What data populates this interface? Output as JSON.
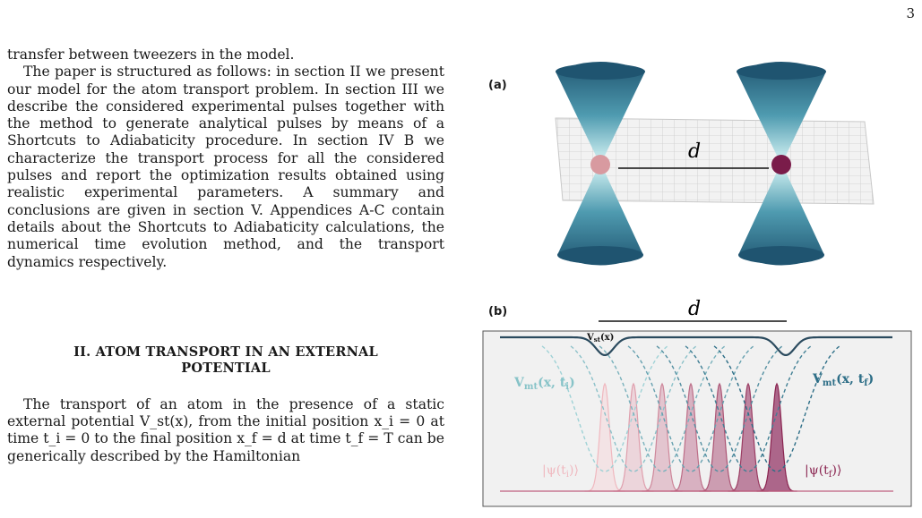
{
  "page_number": "3",
  "left_column": {
    "fragment": "transfer between tweezers in the model.",
    "paragraph": "The paper is structured as follows: in section II we present our model for the atom transport problem. In section III we describe the considered experimental pulses together with the method to generate analytical pulses by means of a Shortcuts to Adiabaticity procedure. In section IV B we characterize the transport process for all the considered pulses and report the optimization results obtained using realistic experimental parameters. A summary and conclusions are given in section V. Appendices A-C contain details about the Shortcuts to Adiabaticity calculations, the numerical time evolution method, and the transport dynamics respectively.",
    "section_heading_line1": "II.   ATOM TRANSPORT IN AN EXTERNAL",
    "section_heading_line2": "POTENTIAL",
    "section_paragraph": "The transport of an atom in the presence of a static external potential V_st(x), from the initial position x_i = 0 at time t_i = 0 to the final position x_f = d at time t_f = T can be generically described by the Hamiltonian"
  },
  "figure": {
    "panel_a_label": "(a)",
    "panel_b_label": "(b)",
    "distance_label_a": "d",
    "distance_label_b": "d",
    "static_potential_label": "V",
    "static_potential_sub": "st",
    "static_potential_arg": "(x)",
    "moving_potential_initial_label": "V",
    "moving_potential_initial_sub": "mt",
    "moving_potential_initial_arg": "(x, t",
    "moving_potential_initial_arg_sub": "i",
    "moving_potential_initial_arg_end": ")",
    "moving_potential_final_label": "V",
    "moving_potential_final_sub": "mt",
    "moving_potential_final_arg": "(x, t",
    "moving_potential_final_arg_sub": "f",
    "moving_potential_final_arg_end": ")",
    "psi_initial_label_pre": "|ψ(t",
    "psi_initial_sub": "i",
    "psi_initial_label_post": ")⟩",
    "psi_final_label_pre": "|ψ(t",
    "psi_final_sub": "f",
    "psi_final_label_post": ")⟩",
    "colors": {
      "cone_dark": "#1f5470",
      "cone_light": "#bfe6ea",
      "atom_initial": "#d89aa0",
      "atom_final": "#7a1c4a",
      "static_curve": "#2a4a5e",
      "label_teal_light": "#87c3c8",
      "label_teal_dark": "#2d6e87",
      "psi_light": "#f0b8bf",
      "psi_dark": "#8a2450"
    }
  }
}
